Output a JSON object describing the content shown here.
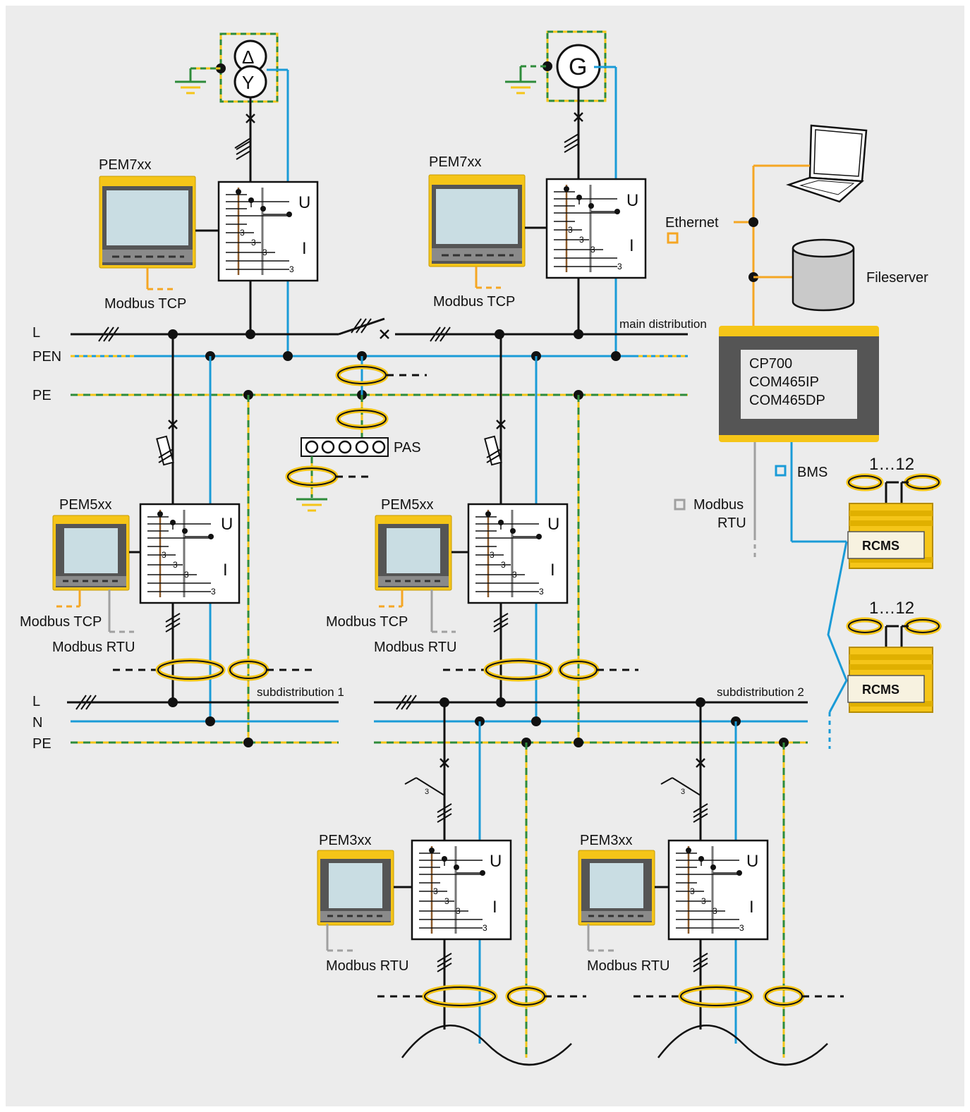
{
  "colors": {
    "background": "#ececec",
    "line": "#111111",
    "pen_blue": "#1a9bd7",
    "pe_green": "#2e8b3a",
    "accent_yellow": "#f5c518",
    "modbus_tcp_orange": "#f5a623",
    "modbus_rtu_gray": "#a0a0a0",
    "screen": "#c9dde3"
  },
  "sources": {
    "transformer": {
      "icon": "transformer-delta-star-icon",
      "upper_symbol": "Δ",
      "lower_symbol": "Y"
    },
    "generator": {
      "icon": "generator-icon",
      "label": "G"
    }
  },
  "main_bus": {
    "title": "main distribution",
    "labels": [
      "L",
      "PEN",
      "PE"
    ]
  },
  "devices": {
    "pem7xx_left": {
      "label": "PEM7xx",
      "comm": "Modbus TCP"
    },
    "pem7xx_right": {
      "label": "PEM7xx",
      "comm": "Modbus TCP"
    },
    "pem5xx_left": {
      "label": "PEM5xx",
      "comm_tcp": "Modbus TCP",
      "comm_rtu": "Modbus RTU"
    },
    "pem5xx_right": {
      "label": "PEM5xx",
      "comm_tcp": "Modbus TCP",
      "comm_rtu": "Modbus RTU"
    },
    "pem3xx_left": {
      "label": "PEM3xx",
      "comm_rtu": "Modbus RTU"
    },
    "pem3xx_right": {
      "label": "PEM3xx",
      "comm_rtu": "Modbus RTU"
    }
  },
  "meter_box": {
    "u": "U",
    "i": "I",
    "turns": "3"
  },
  "pas": {
    "label": "PAS"
  },
  "sub1": {
    "title": "subdistribution 1",
    "labels": [
      "L",
      "N",
      "PE"
    ]
  },
  "sub2": {
    "title": "subdistribution 2"
  },
  "network": {
    "ethernet": "Ethernet",
    "fileserver": "Fileserver",
    "gateway_lines": [
      "CP700",
      "COM465IP",
      "COM465DP"
    ],
    "bms": "BMS",
    "modbus": "Modbus",
    "rtu": "RTU"
  },
  "rcms": [
    {
      "label": "RCMS",
      "range": "1…12"
    },
    {
      "label": "RCMS",
      "range": "1…12"
    }
  ]
}
